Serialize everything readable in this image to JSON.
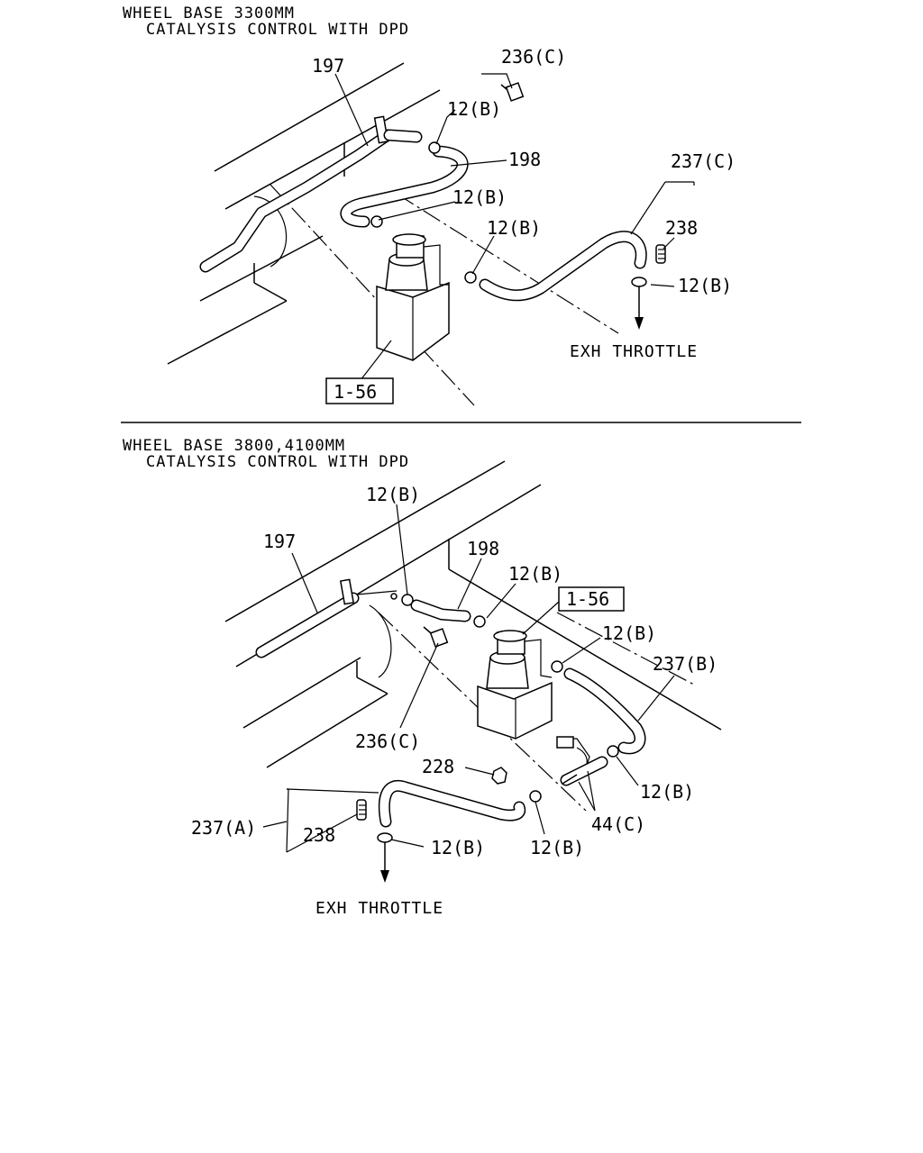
{
  "top": {
    "header_line1": "WHEEL BASE 3300MM",
    "header_line2": "CATALYSIS CONTROL WITH DPD",
    "callouts": {
      "c197": "197",
      "c236c": "236(C)",
      "c12b_1": "12(B)",
      "c198": "198",
      "c12b_2": "12(B)",
      "c12b_3": "12(B)",
      "c237c": "237(C)",
      "c238": "238",
      "c12b_4": "12(B)",
      "ref": "1-56"
    },
    "exh_label": "EXH THROTTLE"
  },
  "bottom": {
    "header_line1": "WHEEL BASE 3800,4100MM",
    "header_line2": "CATALYSIS CONTROL WITH DPD",
    "callouts": {
      "c12b_top": "12(B)",
      "c197": "197",
      "c198": "198",
      "c12b_2": "12(B)",
      "ref": "1-56",
      "c12b_3": "12(B)",
      "c237b": "237(B)",
      "c236c": "236(C)",
      "c228": "228",
      "c12b_right": "12(B)",
      "c44c": "44(C)",
      "c237a": "237(A)",
      "c238": "238",
      "c12b_low": "12(B)",
      "c12b_mid": "12(B)"
    },
    "exh_label": "EXH THROTTLE"
  }
}
